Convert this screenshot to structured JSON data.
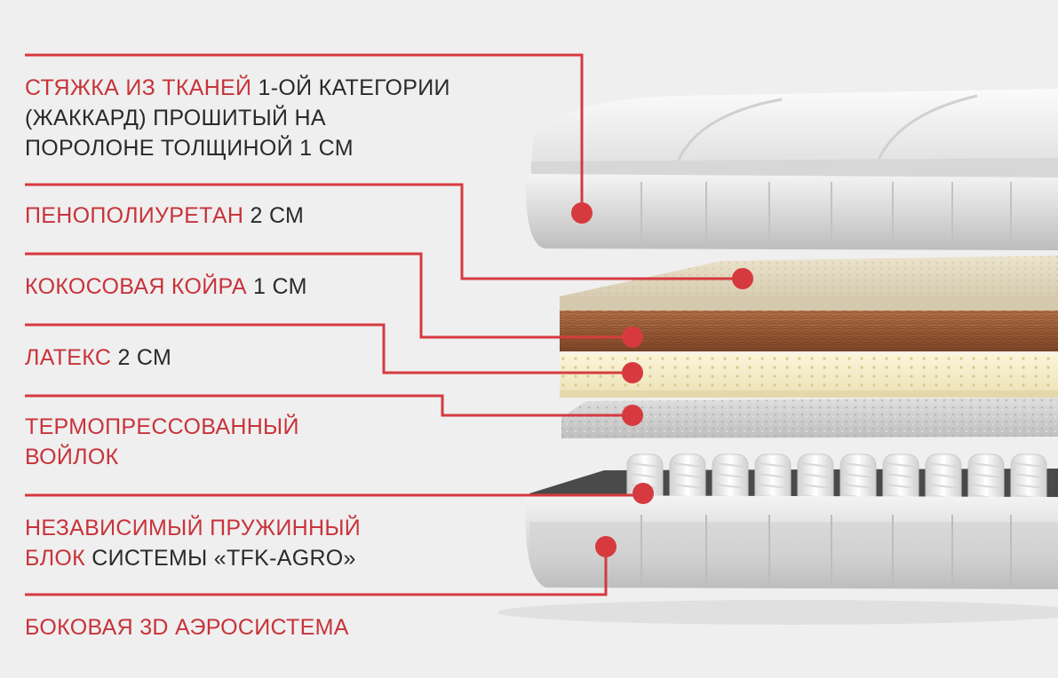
{
  "colors": {
    "accent": "#d63a3f",
    "label_red": "#c8333a",
    "label_dark": "#2a2a2a",
    "background": "#efefef"
  },
  "layers": [
    {
      "lines": [
        [
          {
            "t": "СТЯЖКА ИЗ ТКАНЕЙ ",
            "c": "red"
          },
          {
            "t": "1-ОЙ КАТЕГОРИИ",
            "c": "dark"
          }
        ],
        [
          {
            "t": "(ЖАККАРД) ПРОШИТЫЙ НА",
            "c": "dark"
          }
        ],
        [
          {
            "t": "ПОРОЛОНЕ ТОЛЩИНОЙ 1 СМ",
            "c": "dark"
          }
        ]
      ]
    },
    {
      "lines": [
        [
          {
            "t": "ПЕНОПОЛИУРЕТАН ",
            "c": "red"
          },
          {
            "t": "2 СМ",
            "c": "dark"
          }
        ]
      ]
    },
    {
      "lines": [
        [
          {
            "t": "КОКОСОВАЯ КОЙРА ",
            "c": "red"
          },
          {
            "t": "1 СМ",
            "c": "dark"
          }
        ]
      ]
    },
    {
      "lines": [
        [
          {
            "t": "ЛАТЕКС ",
            "c": "red"
          },
          {
            "t": "2 СМ",
            "c": "dark"
          }
        ]
      ]
    },
    {
      "lines": [
        [
          {
            "t": "ТЕРМОПРЕССОВАННЫЙ",
            "c": "red"
          }
        ],
        [
          {
            "t": "ВОЙЛОК",
            "c": "red"
          }
        ]
      ]
    },
    {
      "lines": [
        [
          {
            "t": "НЕЗАВИСИМЫЙ ПРУЖИННЫЙ",
            "c": "red"
          }
        ],
        [
          {
            "t": "БЛОК ",
            "c": "red"
          },
          {
            "t": "СИСТЕМЫ «TFK-AGRO»",
            "c": "dark"
          }
        ]
      ]
    },
    {
      "lines": [
        [
          {
            "t": "БОКОВАЯ 3D АЭРОСИСТЕМА",
            "c": "red"
          }
        ]
      ]
    }
  ]
}
